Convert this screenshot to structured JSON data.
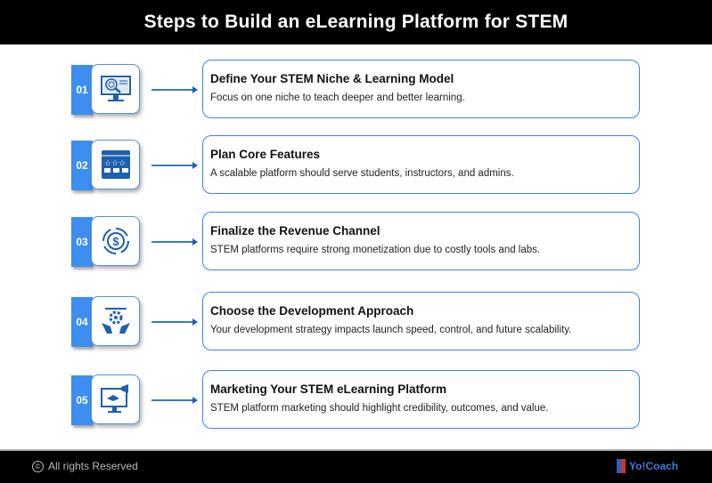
{
  "title": "Steps to Build an eLearning Platform for STEM",
  "steps": [
    {
      "num": "01",
      "icon": "monitor-search-icon",
      "title": "Define Your STEM Niche & Learning Model",
      "desc": "Focus on one niche to teach deeper and better learning."
    },
    {
      "num": "02",
      "icon": "features-grid-icon",
      "title": "Plan Core Features",
      "desc": "A scalable platform should serve students, instructors, and admins."
    },
    {
      "num": "03",
      "icon": "dollar-cycle-icon",
      "title": "Finalize the Revenue Channel",
      "desc": "STEM platforms require strong monetization due to costly tools and labs."
    },
    {
      "num": "04",
      "icon": "hands-gear-icon",
      "title": "Choose the Development Approach",
      "desc": "Your development strategy impacts launch speed, control, and future scalability."
    },
    {
      "num": "05",
      "icon": "monitor-megaphone-icon",
      "title": "Marketing Your STEM eLearning Platform",
      "desc": "STEM platform marketing should highlight credibility, outcomes, and value."
    }
  ],
  "footer": {
    "copyright": "All rights Reserved",
    "brand": "Yo!Coach"
  },
  "colors": {
    "accent": "#3d8ef0",
    "icon": "#1f5fb0"
  }
}
